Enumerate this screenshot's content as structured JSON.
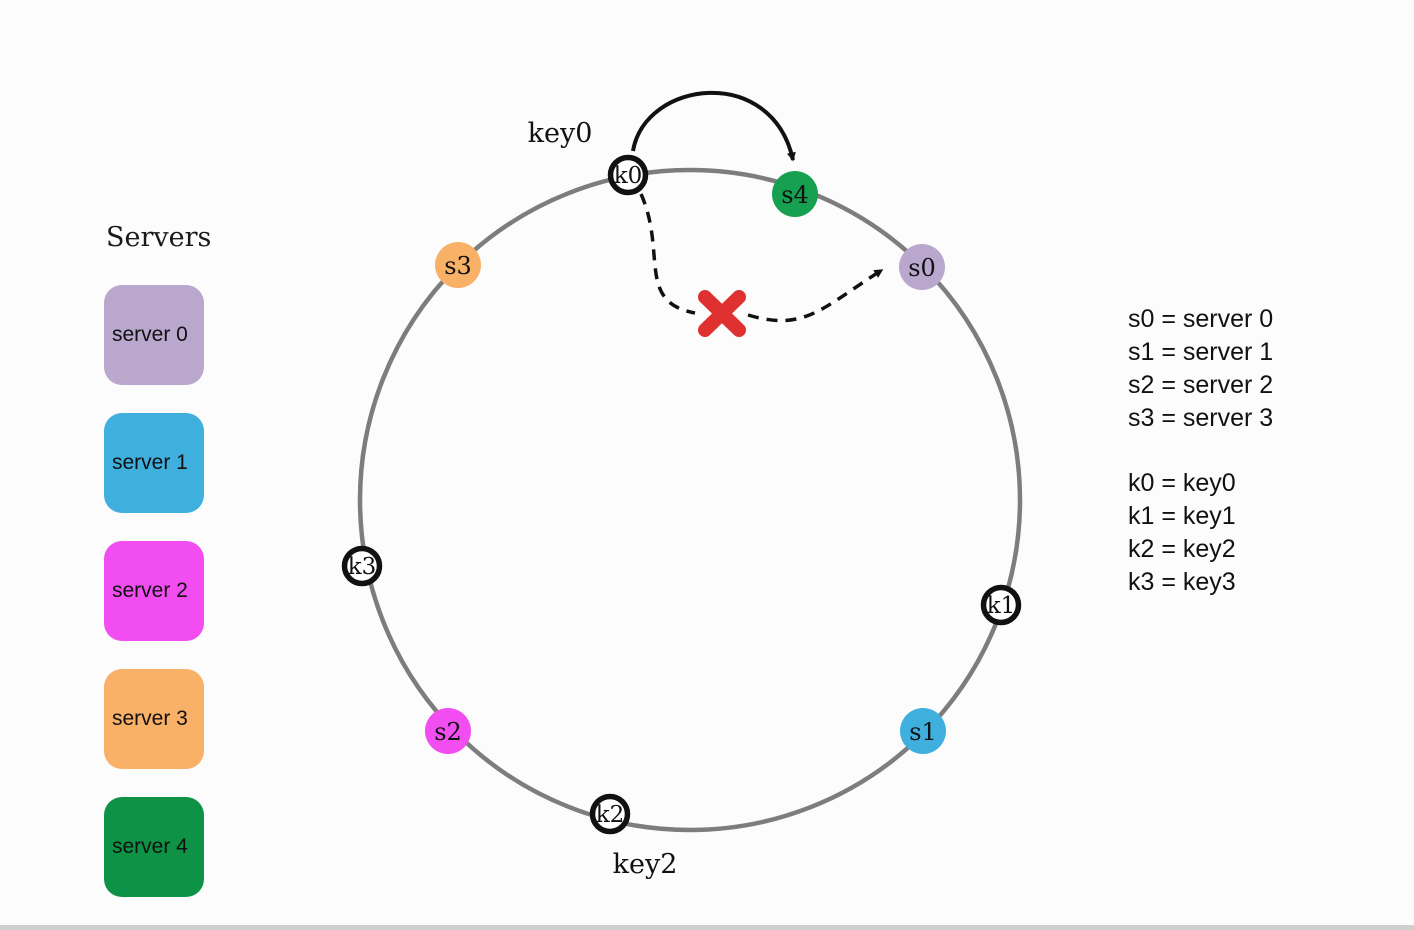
{
  "legend": {
    "title": "Servers",
    "items": [
      {
        "label": "server 0",
        "color": "#b9a7ce"
      },
      {
        "label": "server 1",
        "color": "#3fafdd"
      },
      {
        "label": "server 2",
        "color": "#f14df0"
      },
      {
        "label": "server 3",
        "color": "#f9b067"
      },
      {
        "label": "server 4",
        "color": "#0e9245"
      }
    ]
  },
  "ring": {
    "stroke_color": "#7d7d7d",
    "servers": [
      {
        "id": "s0",
        "label": "s0",
        "color": "#b9a7ce"
      },
      {
        "id": "s1",
        "label": "s1",
        "color": "#3fafdd"
      },
      {
        "id": "s2",
        "label": "s2",
        "color": "#f14df0"
      },
      {
        "id": "s3",
        "label": "s3",
        "color": "#f9b067"
      },
      {
        "id": "s4",
        "label": "s4",
        "color": "#16a050"
      }
    ],
    "keys": [
      {
        "id": "k0",
        "label": "k0"
      },
      {
        "id": "k1",
        "label": "k1"
      },
      {
        "id": "k2",
        "label": "k2"
      },
      {
        "id": "k3",
        "label": "k3"
      }
    ],
    "annotations": {
      "key0": "key0",
      "key2": "key2"
    },
    "cross_color": "#e03131"
  },
  "mapping": {
    "server_lines": [
      "s0 = server 0",
      "s1 = server 1",
      "s2 = server 2",
      "s3 = server 3"
    ],
    "key_lines": [
      "k0 = key0",
      "k1 = key1",
      "k2 = key2",
      "k3 = key3"
    ]
  }
}
